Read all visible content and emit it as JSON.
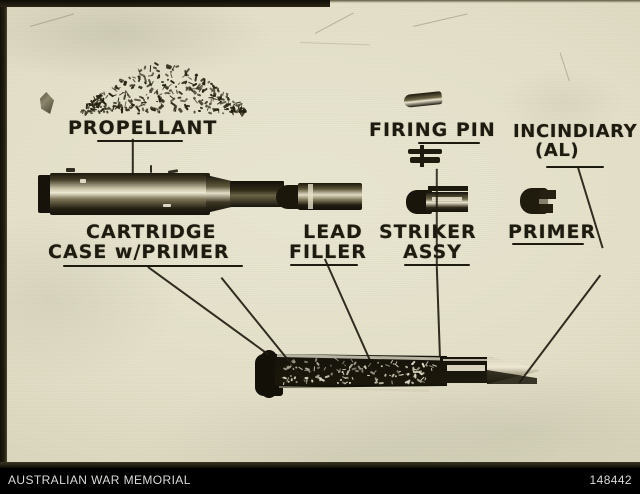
{
  "image": {
    "type": "photograph",
    "subject": "cutaway diagram of an incendiary cartridge and its components",
    "paper_color": "#e4e0c9",
    "ink_color": "#1d1a0e"
  },
  "footer": {
    "credit": "AUSTRALIAN WAR MEMORIAL",
    "id": "148442",
    "background": "#000000",
    "text_color": "#d9d9d9"
  },
  "labels": {
    "propellant": {
      "line1": "PROPELLANT",
      "line2": ""
    },
    "cartridge_case": {
      "line1": "CARTRIDGE",
      "line2": "CASE w/PRIMER"
    },
    "lead_filler": {
      "line1": "LEAD",
      "line2": "FILLER"
    },
    "striker_assy": {
      "line1": "STRIKER",
      "line2": "ASSY"
    },
    "firing_pin": {
      "line1": "FIRING PIN",
      "line2": ""
    },
    "primer": {
      "line1": "PRIMER",
      "line2": ""
    },
    "incendiary": {
      "line1": "INCINDIARY",
      "line2": "(AL)"
    }
  },
  "specimens": [
    {
      "name": "propellant-pile",
      "label": "PROPELLANT"
    },
    {
      "name": "cartridge-case",
      "label": "CARTRIDGE CASE w/PRIMER"
    },
    {
      "name": "lead-filler",
      "label": "LEAD FILLER"
    },
    {
      "name": "striker-assembly",
      "label": "STRIKER ASSY"
    },
    {
      "name": "firing-pin",
      "label": "FIRING PIN"
    },
    {
      "name": "primer-cup",
      "label": "PRIMER"
    },
    {
      "name": "assembled-round",
      "label": "assembled cutaway round"
    }
  ]
}
